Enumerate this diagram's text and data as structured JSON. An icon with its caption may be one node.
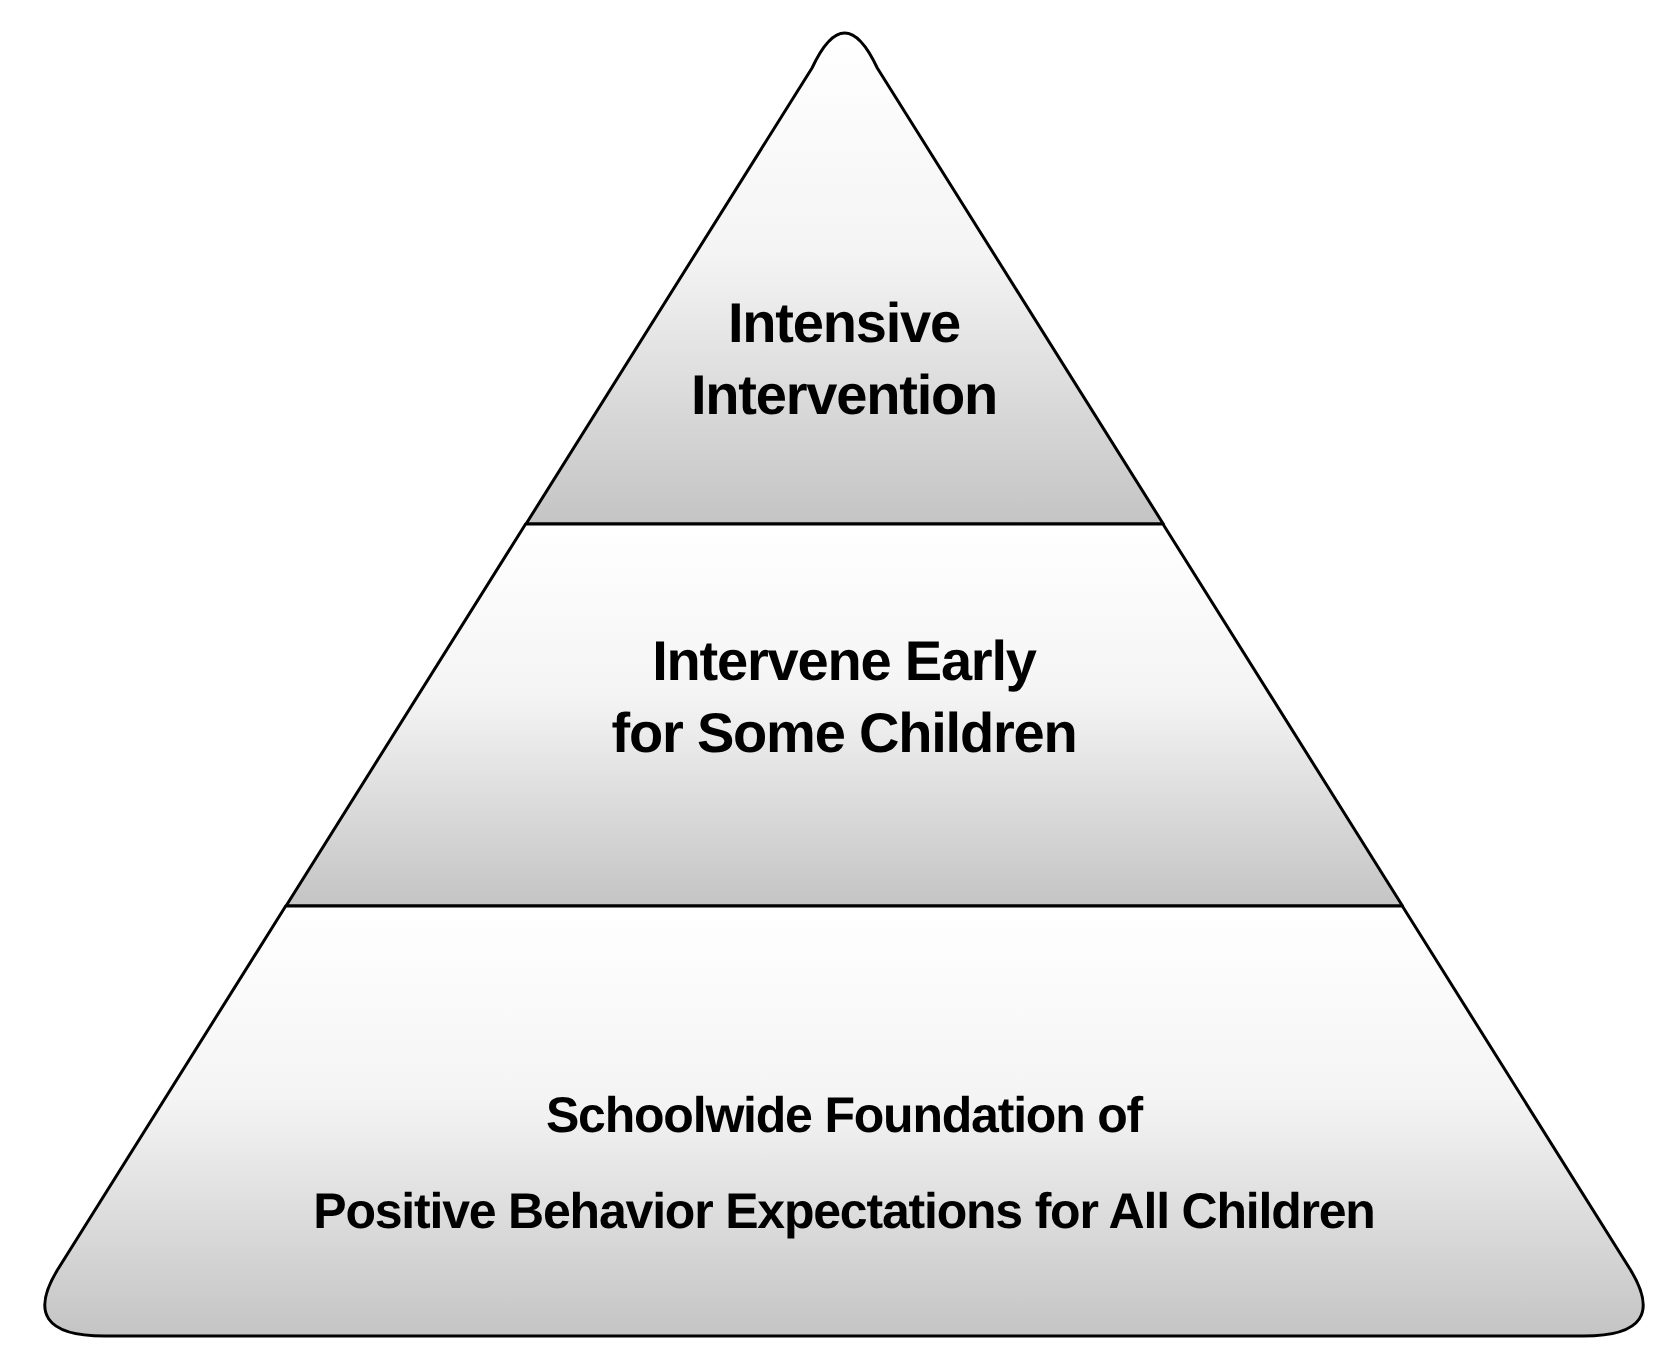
{
  "diagram": {
    "nodes": [
      {
        "text": [
          "Intensive Intervention"
        ]
      },
      {
        "text": [
          "Intervene Early for Some Children"
        ]
      },
      {
        "text": [
          "Schoolwide Foundation of Positive Behavior Expectations for All Children"
        ]
      }
    ]
  }
}
